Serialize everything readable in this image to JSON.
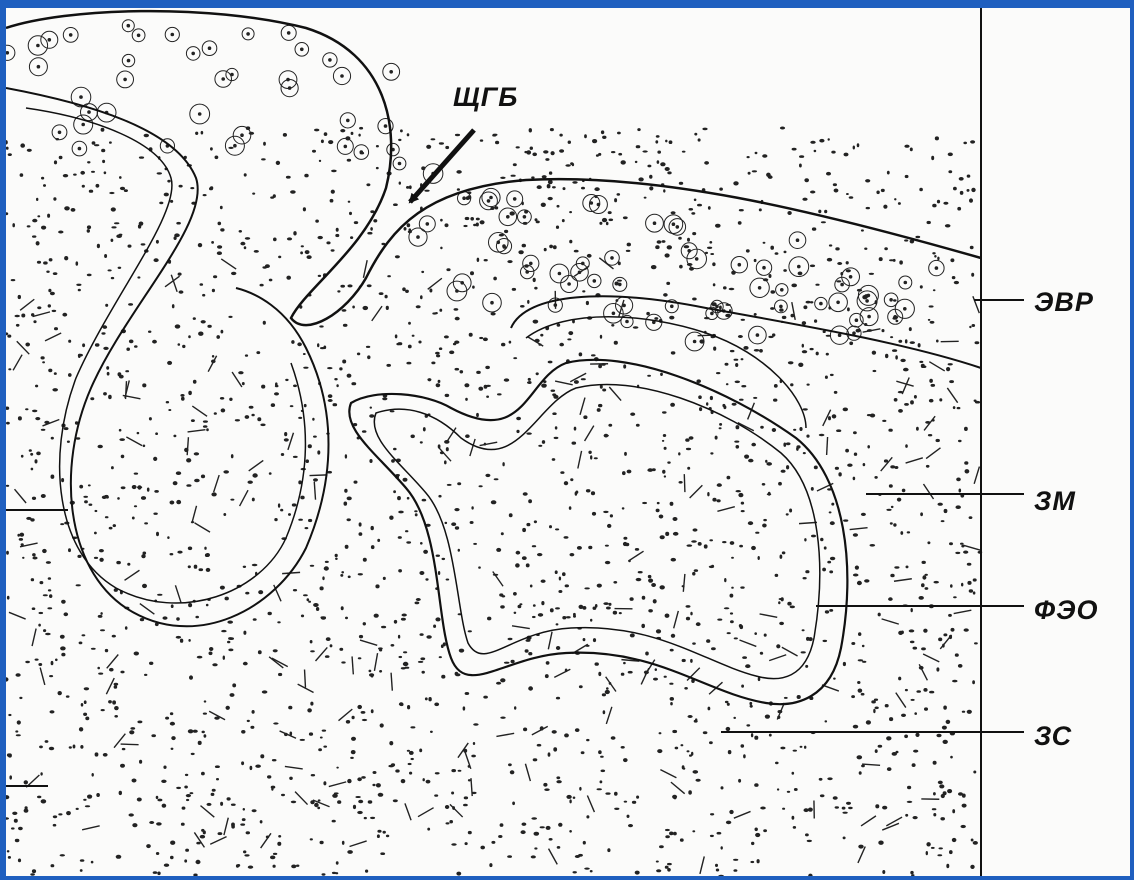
{
  "labels": {
    "arrow_label": "ЩГБ",
    "evr": "ЭВР",
    "zm": "ЗМ",
    "feo": "ФЭО",
    "zs": "ЗС"
  },
  "colors": {
    "frame": "#1f5fbf",
    "paper": "#fbfbfa",
    "ink": "#111111"
  }
}
